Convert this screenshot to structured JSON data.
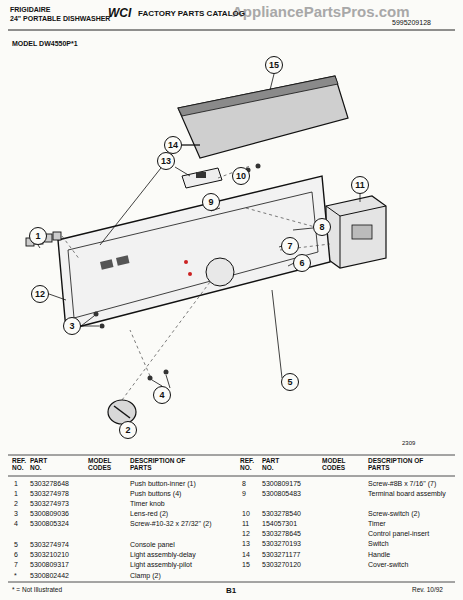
{
  "diagram": {
    "nodes": [
      {
        "text": [
          "1"
        ]
      },
      {
        "text": [
          "2"
        ]
      },
      {
        "text": [
          "3"
        ]
      },
      {
        "text": [
          "4"
        ]
      },
      {
        "text": [
          "5"
        ]
      },
      {
        "text": [
          "6"
        ]
      },
      {
        "text": [
          "7"
        ]
      },
      {
        "text": [
          "8"
        ]
      },
      {
        "text": [
          "9"
        ]
      },
      {
        "text": [
          "10"
        ]
      },
      {
        "text": [
          "11"
        ]
      },
      {
        "text": [
          "12"
        ]
      },
      {
        "text": [
          "13"
        ]
      },
      {
        "text": [
          "14"
        ]
      },
      {
        "text": [
          "15"
        ]
      }
    ],
    "labels": [
      "AppliancePartsPros.com",
      "FRIGIDAIRE",
      "24\" PORTABLE DISHWASHER",
      "WCI",
      "FACTORY PARTS CATALOG",
      "5995209128",
      "MODEL DW4550P*1",
      "2309",
      "REF. NO.",
      "PART NO.",
      "MODEL CODES",
      "DESCRIPTION OF PARTS",
      "REF. NO.",
      "PART NO.",
      "MODEL CODES",
      "DESCRIPTION OF PARTS",
      "1",
      "5303278648",
      "Push button-inner (1)",
      "1",
      "5303274978",
      "Push buttons (4)",
      "2",
      "5303274973",
      "Timer knob",
      "3",
      "5300809036",
      "Lens-red (2)",
      "4",
      "5300805324",
      "Screw-#10-32 x 27/32\" (2)",
      "5",
      "5303274974",
      "Console panel",
      "6",
      "5303210210",
      "Light assembly-delay",
      "7",
      "5300809317",
      "Light assembly-pilot",
      "*",
      "5300802442",
      "Clamp (2)",
      "8",
      "5300809175",
      "Screw-#8B x 7/16\" (7)",
      "9",
      "5300805483",
      "Terminal board assembly",
      "10",
      "5303278540",
      "Screw-switch (2)",
      "11",
      "154057301",
      "Timer",
      "12",
      "5303278645",
      "Control panel-insert",
      "13",
      "5303270193",
      "Switch",
      "14",
      "5303271177",
      "Handle",
      "15",
      "5303270120",
      "Cover-switch",
      "* = Not Illustrated",
      "B1",
      "Rev. 10/92"
    ]
  }
}
